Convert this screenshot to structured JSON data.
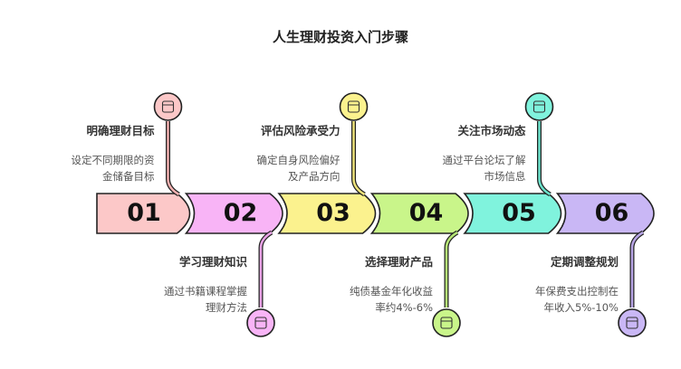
{
  "title": "人生理财投资入门步骤",
  "steps": [
    {
      "num": "01",
      "title": "明确理财目标",
      "desc1": "设定不同期限的资",
      "desc2": "金储备目标",
      "color": "#fcc8c8",
      "line": "#f2b0b0",
      "icon": "calendar-money-icon",
      "pos": "top"
    },
    {
      "num": "02",
      "title": "学习理财知识",
      "desc1": "通过书籍课程掌握",
      "desc2": "理财方法",
      "color": "#f8b4f6",
      "line": "#e9a2e6",
      "icon": "book-icon",
      "pos": "bottom"
    },
    {
      "num": "03",
      "title": "评估风险承受力",
      "desc1": "确定自身风险偏好",
      "desc2": "及产品方向",
      "color": "#fbf28e",
      "line": "#ede27a",
      "icon": "plant-icon",
      "pos": "top"
    },
    {
      "num": "04",
      "title": "选择理财产品",
      "desc1": "纯债基金年化收益",
      "desc2": "率约4%-6%",
      "color": "#c9f58a",
      "line": "#b6e676",
      "icon": "checklist-icon",
      "pos": "bottom"
    },
    {
      "num": "05",
      "title": "关注市场动态",
      "desc1": "通过平台论坛了解",
      "desc2": "市场信息",
      "color": "#80f3dd",
      "line": "#6ae0c9",
      "icon": "eye-icon",
      "pos": "top"
    },
    {
      "num": "06",
      "title": "定期调整规划",
      "desc1": "年保费支出控制在",
      "desc2": "年收入5%-10%",
      "color": "#c9b7f5",
      "line": "#b8a5e6",
      "icon": "adjust-icon",
      "pos": "bottom"
    }
  ]
}
